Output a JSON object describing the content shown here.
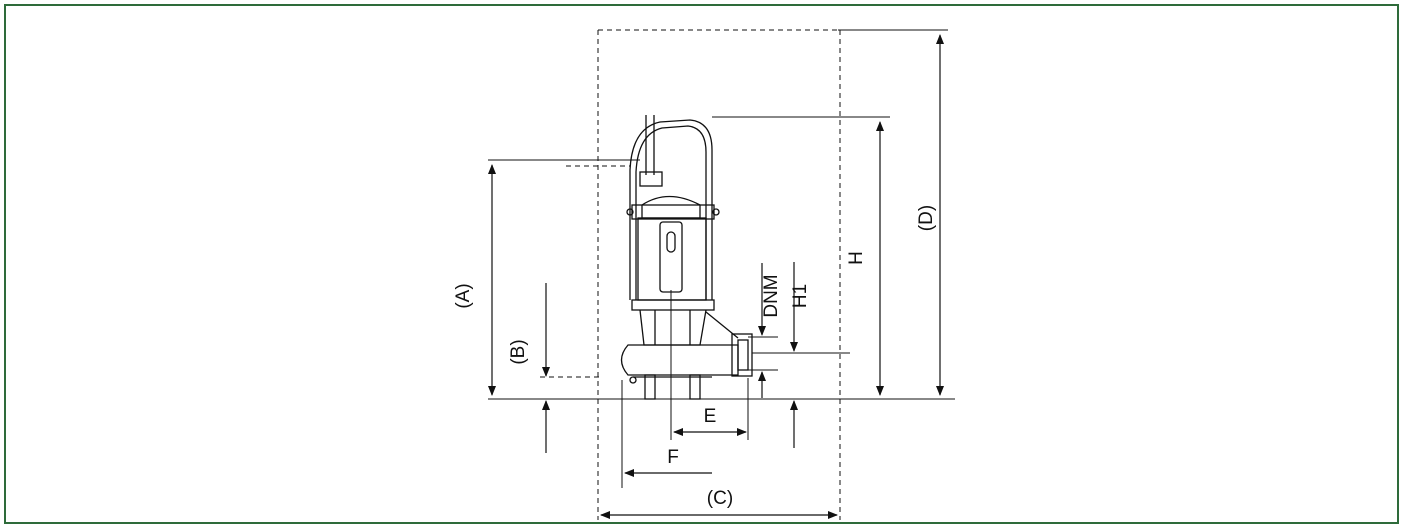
{
  "colors": {
    "frame_border": "#2e6b3a",
    "line": "#111111",
    "background": "#ffffff"
  },
  "labels": {
    "A": "(A)",
    "B": "(B)",
    "C": "(C)",
    "D": "(D)",
    "E": "E",
    "F": "F",
    "H": "H",
    "H1": "H1",
    "DNM": "DNM"
  }
}
